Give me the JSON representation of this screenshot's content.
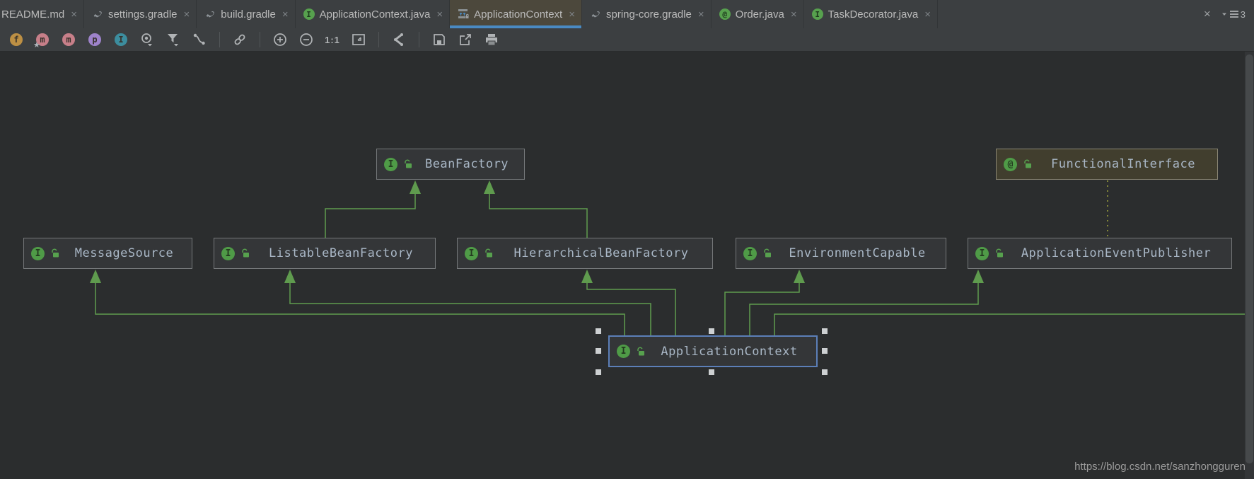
{
  "tabs": [
    {
      "label": "README.md",
      "close": "×",
      "icon": "file"
    },
    {
      "label": "settings.gradle",
      "close": "×",
      "icon": "gradle"
    },
    {
      "label": "build.gradle",
      "close": "×",
      "icon": "gradle"
    },
    {
      "label": "ApplicationContext.java",
      "close": "×",
      "icon": "interface",
      "icon_glyph": "I"
    },
    {
      "label": "ApplicationContext",
      "close": "×",
      "icon": "diagram",
      "active": true
    },
    {
      "label": "spring-core.gradle",
      "close": "×",
      "icon": "gradle"
    },
    {
      "label": "Order.java",
      "close": "×",
      "icon": "annotation",
      "icon_glyph": "@"
    },
    {
      "label": "TaskDecorator.java",
      "close": "×",
      "icon": "interface",
      "icon_glyph": "I"
    }
  ],
  "tab_overflow": {
    "close_label": "×",
    "hidden_count": "3"
  },
  "toolbar": {
    "letter_icons": [
      {
        "letter": "f",
        "color": "#bd9044",
        "meaning": "show-fields"
      },
      {
        "letter": "m",
        "color": "#c77f89",
        "meaning": "show-constructors",
        "star": "★"
      },
      {
        "letter": "m",
        "color": "#c77f89",
        "meaning": "show-methods"
      },
      {
        "letter": "p",
        "color": "#9e83cb",
        "meaning": "show-properties"
      },
      {
        "letter": "I",
        "color": "#3c8d9e",
        "meaning": "show-inner-classes"
      }
    ],
    "zoom_label": "1:1"
  },
  "diagram": {
    "nodes": [
      {
        "label": "BeanFactory",
        "kind": "interface",
        "icon_glyph": "I"
      },
      {
        "label": "FunctionalInterface",
        "kind": "annotation",
        "icon_glyph": "@"
      },
      {
        "label": "MessageSource",
        "kind": "interface",
        "icon_glyph": "I"
      },
      {
        "label": "ListableBeanFactory",
        "kind": "interface",
        "icon_glyph": "I"
      },
      {
        "label": "HierarchicalBeanFactory",
        "kind": "interface",
        "icon_glyph": "I"
      },
      {
        "label": "EnvironmentCapable",
        "kind": "interface",
        "icon_glyph": "I"
      },
      {
        "label": "ApplicationEventPublisher",
        "kind": "interface",
        "icon_glyph": "I"
      },
      {
        "label": "ApplicationContext",
        "kind": "interface",
        "icon_glyph": "I",
        "selected": true
      }
    ],
    "colors": {
      "edge_green": "#5f9b4e",
      "annotation_dotted": "#9fa33f",
      "selection_blue": "#5c7fb8",
      "active_tab_underline": "#4a8ac2"
    },
    "watermark": "https://blog.csdn.net/sanzhongguren"
  }
}
